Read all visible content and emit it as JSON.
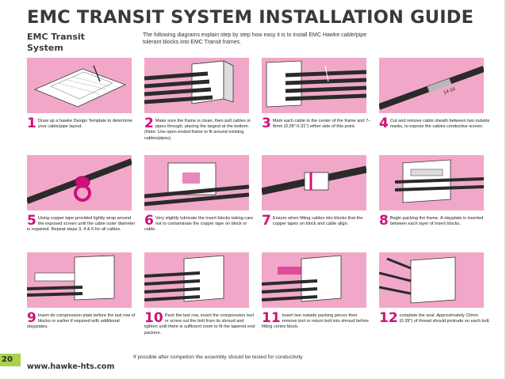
{
  "header": {
    "title": "EMC TRANSIT SYSTEM INSTALLATION GUIDE",
    "subtitle": "EMC Transit System",
    "intro": "The following diagrams explain step by step how easy it is to install EMC Hawke cable/pipe tolerant blocks into EMC Transit frames."
  },
  "steps": [
    {
      "number": "1",
      "text": "Draw up a hawke Design Template to determine your cable/pipe layout."
    },
    {
      "number": "2",
      "text": "Make sure the frame is clean, then pull cables or pipes through, placing the largest at the bottom. (Note: Use open ended frame to fit around existing cables/pipes)."
    },
    {
      "number": "3",
      "text": "Mark each cable in the center of the frame and 7–8mm (0.28\"-0.31\") either side of this point."
    },
    {
      "number": "4",
      "text": "Cut and remove cable sheath between two outside marks, to expose the cables conductive screen."
    },
    {
      "number": "5",
      "text": "Using copper tape provided tightly wrap around the exposed screen until the cable outer diameter is regained. Repeat steps 3, 4 & 5 for all cables."
    },
    {
      "number": "6",
      "text": "Very slightly lubricate the insert blocks taking care not to contaminate the copper tape on block or cable."
    },
    {
      "number": "7",
      "text": "Ensure when fitting cables into blocks that the copper tapes on block and cable align."
    },
    {
      "number": "8",
      "text": "Begin packing the frame. A stayplate is inserted between each layer of insert blocks."
    },
    {
      "number": "9",
      "text": "Insert de compression plate before the last row of blocks or earlier if required with additional stayplates."
    },
    {
      "number": "10",
      "text": "Pack the last row, insert the compression tool or screw out the bolt from its shroud and tighten until there is sufficient room to fit the tapered end packers."
    },
    {
      "number": "11",
      "text": "Insert two outside packing pieces then remove tool or return bolt into shroud before fitting centre block."
    },
    {
      "number": "12",
      "text": "complete the seal. Approximately 10mm (0.39\") of thread should protrude on each bolt."
    }
  ],
  "illustration_labels": {
    "step4_mark": "14-16"
  },
  "footer": {
    "note": "If possible after competion the assembly should be tested for conductivity",
    "page_number": "20",
    "url": "www.hawke-hts.com"
  },
  "colors": {
    "pink": "#f1a8c8",
    "magenta": "#d0107a",
    "green": "#a8d24b"
  }
}
